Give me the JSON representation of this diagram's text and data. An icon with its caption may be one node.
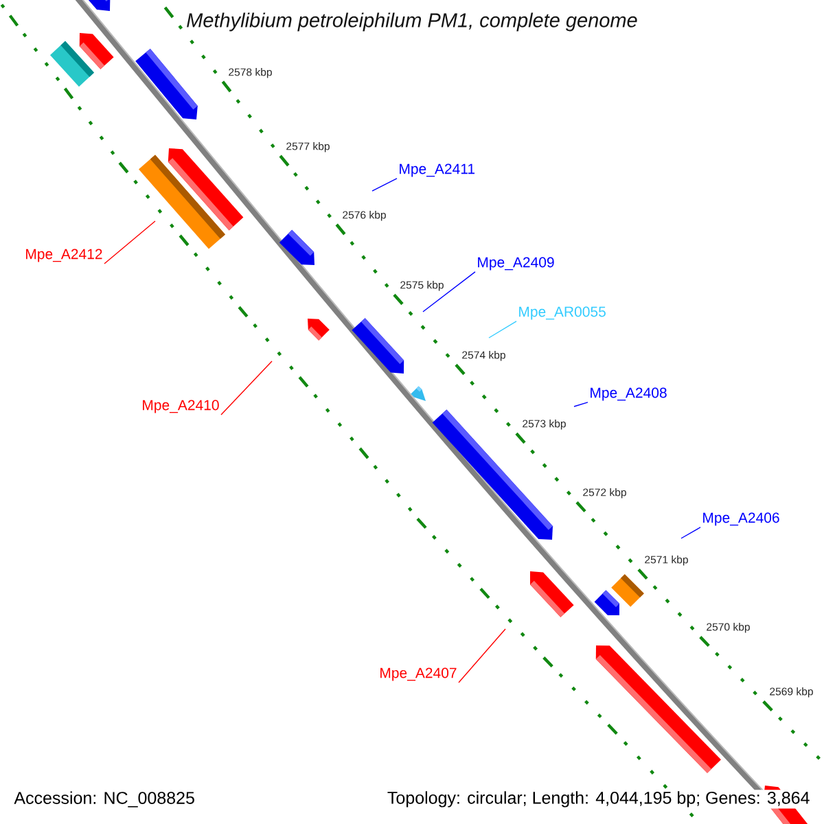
{
  "diagram": {
    "title": "Methylibium petroleiphilum PM1, complete genome",
    "nodes": [
      {
        "text": [
          "Mpe_A2411"
        ]
      },
      {
        "text": [
          "Mpe_A2412"
        ]
      },
      {
        "text": [
          "Mpe_A2409"
        ]
      },
      {
        "text": [
          "Mpe_AR0055"
        ]
      },
      {
        "text": [
          "Mpe_A2408"
        ]
      },
      {
        "text": [
          "Mpe_A2410"
        ]
      },
      {
        "text": [
          "Mpe_A2406"
        ]
      },
      {
        "text": [
          "Mpe_A2407"
        ]
      }
    ],
    "edges": [
      {
        "from": 0,
        "to": null,
        "arrow": "none"
      },
      {
        "from": 1,
        "to": null,
        "arrow": "none",
        "color": "#ff0000"
      },
      {
        "from": 2,
        "to": null,
        "arrow": "none"
      },
      {
        "from": 3,
        "to": null,
        "arrow": "none",
        "color": "#33ccff"
      },
      {
        "from": 4,
        "to": null,
        "arrow": "none"
      },
      {
        "from": 5,
        "to": null,
        "arrow": "none",
        "color": "#ff0000"
      },
      {
        "from": 6,
        "to": null,
        "arrow": "none"
      },
      {
        "from": 7,
        "to": null,
        "arrow": "none",
        "color": "#ff0000"
      }
    ],
    "labels": [
      "2578 kbp",
      "2577 kbp",
      "2576 kbp",
      "2575 kbp",
      "2574 kbp",
      "2573 kbp",
      "2572 kbp",
      "2571 kbp",
      "2570 kbp",
      "2569 kbp",
      "Accession: NC_008825",
      "Topology: circular; Length: 4,044,195 bp; Genes: 3,864"
    ]
  }
}
